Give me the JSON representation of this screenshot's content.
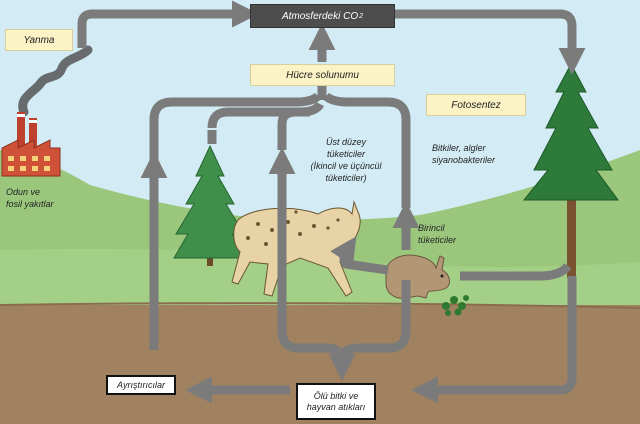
{
  "labels": {
    "atmosphere_co2_text": "Atmosferdeki CO",
    "atmosphere_co2_sub": "2",
    "combustion": "Yanma",
    "cellular_respiration": "Hücre solunumu",
    "photosynthesis": "Fotosentez",
    "fossil_fuels": [
      "Odun ve",
      "fosil yakıtlar"
    ],
    "producers": [
      "Bitkiler, algler",
      "siyanobakteriler"
    ],
    "top_consumers": [
      "Üst düzey",
      "tüketiciler",
      "(İkincil ve üçüncül",
      "tüketiciler)"
    ],
    "primary_consumers": [
      "Birincil",
      "tüketiciler"
    ],
    "decomposers": "Ayrıştırıcılar",
    "dead_matter": [
      "Ölü bitki ve",
      "hayvan atıkları"
    ]
  },
  "colors": {
    "sky": "#d2ebf4",
    "hill": "#9bc77d",
    "grass": "#a3cf87",
    "soil": "#a08260",
    "arrow": "#7b7b7b",
    "co2_box": "#4d4d4d",
    "label_box": "#fbf2c6"
  },
  "icons": [
    "factory-icon",
    "smoke-icon",
    "pine-tree-icon",
    "small-fir-icon",
    "lynx-icon",
    "rabbit-icon",
    "grass-tuft-icon"
  ]
}
